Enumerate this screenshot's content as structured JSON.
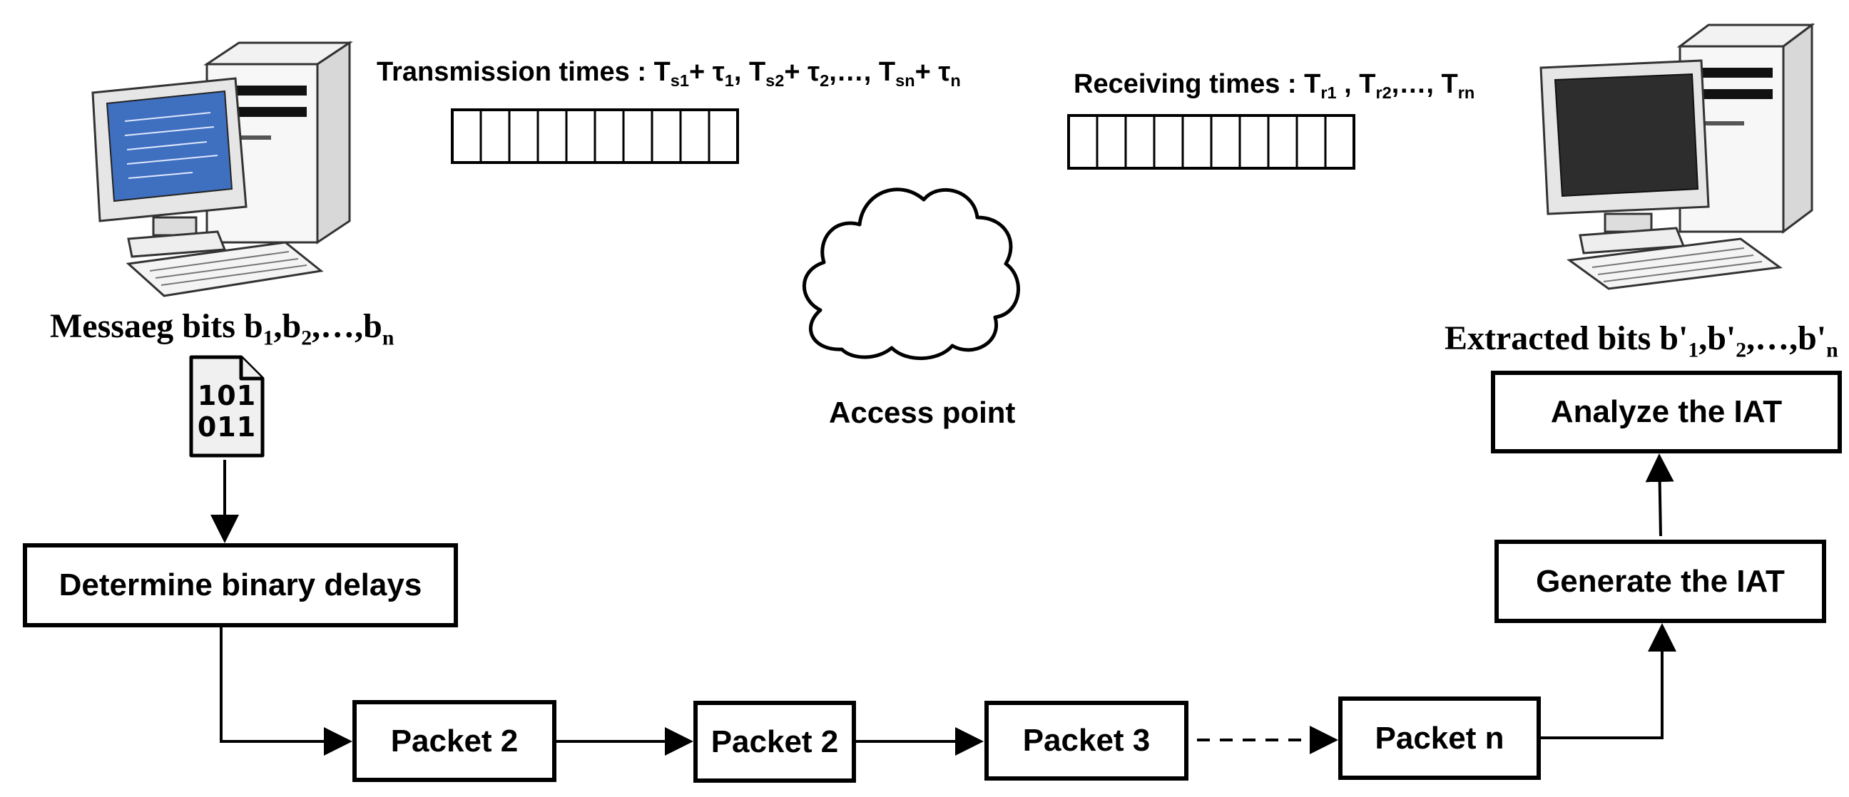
{
  "transmission": {
    "prefix": "Transmission times : ",
    "terms": [
      {
        "T": "T",
        "Tsub": "s1",
        "plus": "+ ",
        "tau": "τ",
        "tausub": "1",
        "sep": ", "
      },
      {
        "T": "T",
        "Tsub": "s2",
        "plus": "+ ",
        "tau": "τ",
        "tausub": "2",
        "sep": ",…, "
      },
      {
        "T": "T",
        "Tsub": "sn",
        "plus": "+ ",
        "tau": "τ",
        "tausub": "n",
        "sep": ""
      }
    ]
  },
  "receiving": {
    "prefix": "Receiving  times : ",
    "terms": [
      {
        "T": "T",
        "sub": "r1",
        "sep": " , "
      },
      {
        "T": "T",
        "sub": "r2",
        "sep": ",…, "
      },
      {
        "T": "T",
        "sub": "rn",
        "sep": ""
      }
    ]
  },
  "message": {
    "prefix": "Messaeg bits ",
    "terms": [
      {
        "b": "b",
        "sub": "1",
        "sep": ","
      },
      {
        "b": "b",
        "sub": "2",
        "sep": ",…,"
      },
      {
        "b": "b",
        "sub": "n",
        "sep": ""
      }
    ]
  },
  "extracted": {
    "prefix": "Extracted bits  ",
    "terms": [
      {
        "b": "b'",
        "sub": "1",
        "sep": ","
      },
      {
        "b": "b'",
        "sub": "2",
        "sep": ",…,"
      },
      {
        "b": "b'",
        "sub": "n",
        "sep": ""
      }
    ]
  },
  "file_icon": {
    "line1": "101",
    "line2": "011"
  },
  "access_point_label": "Access point",
  "boxes": {
    "determine": "Determine binary delays",
    "packet_a": "Packet 2",
    "packet_b": "Packet 2",
    "packet_c": "Packet 3",
    "packet_n": "Packet n",
    "generate": "Generate the IAT",
    "analyze": "Analyze the IAT"
  },
  "icons": {
    "sender": "desktop-computer-icon",
    "receiver": "desktop-computer-icon",
    "network": "cloud-icon",
    "file": "binary-file-icon"
  },
  "colors": {
    "sender_screen": "#3f6fbf",
    "receiver_screen": "#2d2d2d",
    "outline": "#000000"
  }
}
